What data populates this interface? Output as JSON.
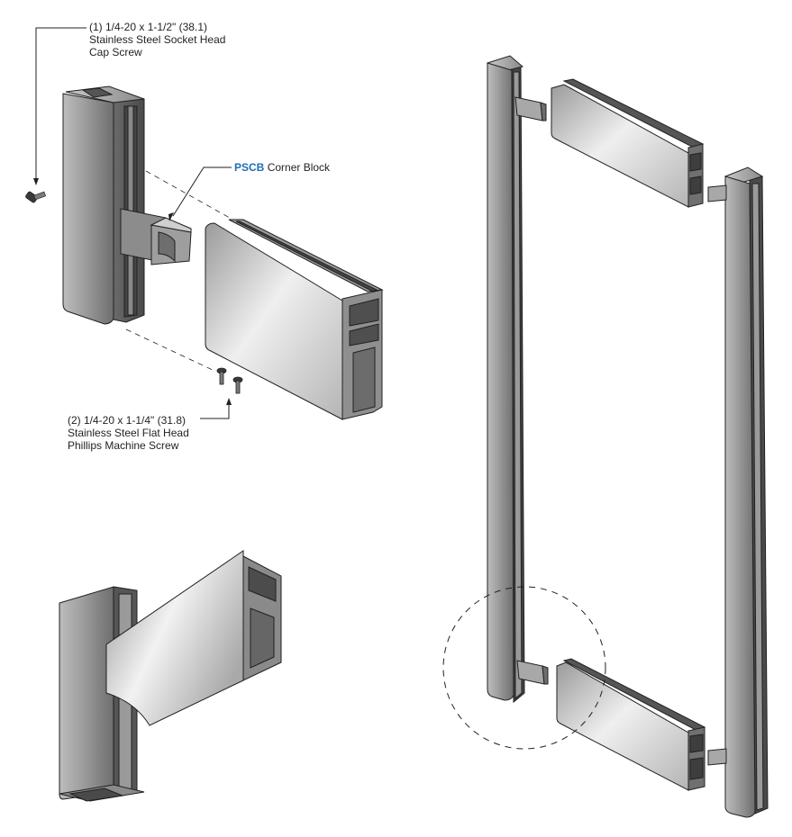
{
  "callouts": {
    "cap_screw": {
      "line1": "(1) 1/4-20 x 1-1/2\" (38.1)",
      "line2": "Stainless Steel Socket Head",
      "line3": "Cap Screw"
    },
    "corner_block": {
      "code": "PSCB",
      "label": "Corner Block"
    },
    "flat_head_screw": {
      "line1": "(2) 1/4-20 x 1-1/4\" (31.8)",
      "line2": "Stainless Steel Flat Head",
      "line3": "Phillips Machine Screw"
    }
  },
  "colors": {
    "metal_light": "#d9d9d9",
    "metal_mid": "#a6a6a6",
    "metal_dark": "#5a5a5a",
    "outline": "#231f20",
    "accent": "#1f6db5"
  }
}
